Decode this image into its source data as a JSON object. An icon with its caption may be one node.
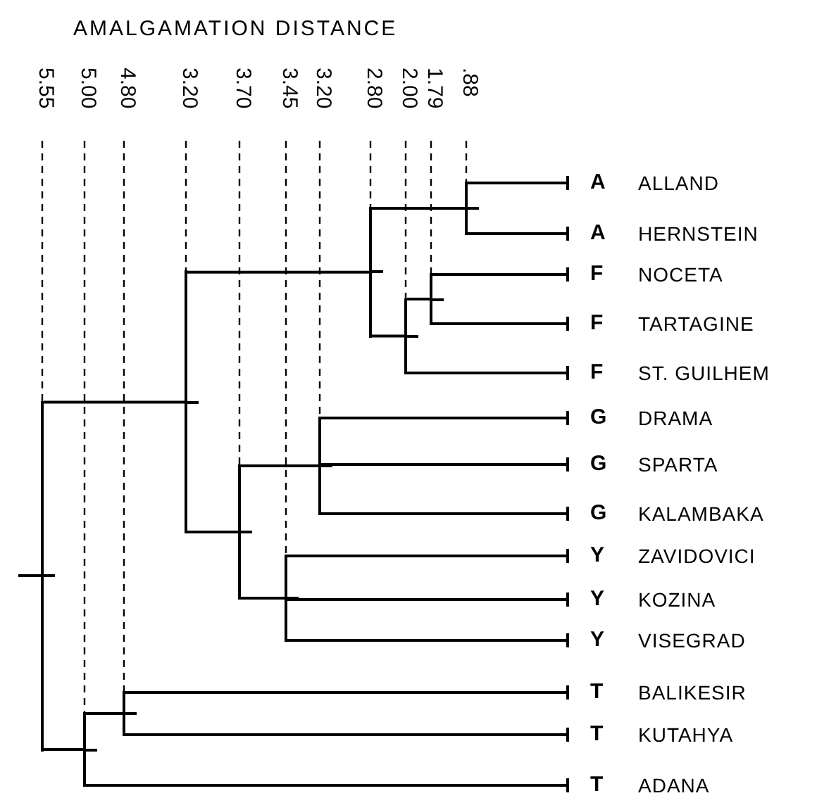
{
  "diagram": {
    "title": "AMALGAMATION DISTANCE",
    "nodes": [
      {
        "text": [],
        "shape": "bar"
      },
      {
        "text": [],
        "shape": "bar"
      },
      {
        "text": [],
        "shape": "bar"
      },
      {
        "text": [],
        "shape": "bar"
      },
      {
        "text": [],
        "shape": "bar"
      },
      {
        "text": [],
        "shape": "bar"
      },
      {
        "text": [],
        "shape": "bar"
      },
      {
        "text": [],
        "shape": "bar"
      },
      {
        "text": [],
        "shape": "bar"
      },
      {
        "text": [],
        "shape": "bar"
      },
      {
        "text": [],
        "shape": "bar"
      },
      {
        "text": [
          "A",
          "ALLAND"
        ]
      },
      {
        "text": [
          "A",
          "HERNSTEIN"
        ]
      },
      {
        "text": [
          "F",
          "NOCETA"
        ]
      },
      {
        "text": [
          "F",
          "TARTAGINE"
        ]
      },
      {
        "text": [
          "F",
          "ST. GUILHEM"
        ]
      },
      {
        "text": [
          "G",
          "DRAMA"
        ]
      },
      {
        "text": [
          "G",
          "SPARTA"
        ]
      },
      {
        "text": [
          "G",
          "KALAMBAKA"
        ]
      },
      {
        "text": [
          "Y",
          "ZAVIDOVICI"
        ]
      },
      {
        "text": [
          "Y",
          "KOZINA"
        ]
      },
      {
        "text": [
          "Y",
          "VISEGRAD"
        ]
      },
      {
        "text": [
          "T",
          "BALIKESIR"
        ]
      },
      {
        "text": [
          "T",
          "KUTAHYA"
        ]
      },
      {
        "text": [
          "T",
          "ADANA"
        ]
      }
    ],
    "edges": [
      {
        "from": 0,
        "to": 3,
        "arrow": "none"
      },
      {
        "from": 0,
        "to": 1,
        "arrow": "none"
      },
      {
        "from": 1,
        "to": 2,
        "arrow": "none"
      },
      {
        "from": 1,
        "to": 24,
        "arrow": "other"
      },
      {
        "from": 2,
        "to": 22,
        "arrow": "other"
      },
      {
        "from": 2,
        "to": 23,
        "arrow": "other"
      },
      {
        "from": 3,
        "to": 7,
        "arrow": "none"
      },
      {
        "from": 3,
        "to": 4,
        "arrow": "none"
      },
      {
        "from": 4,
        "to": 6,
        "arrow": "none"
      },
      {
        "from": 4,
        "to": 5,
        "arrow": "none"
      },
      {
        "from": 5,
        "to": 19,
        "arrow": "other"
      },
      {
        "from": 5,
        "to": 20,
        "arrow": "other"
      },
      {
        "from": 5,
        "to": 21,
        "arrow": "other"
      },
      {
        "from": 6,
        "to": 16,
        "arrow": "other"
      },
      {
        "from": 6,
        "to": 17,
        "arrow": "other"
      },
      {
        "from": 6,
        "to": 18,
        "arrow": "other"
      },
      {
        "from": 7,
        "to": 10,
        "arrow": "none"
      },
      {
        "from": 7,
        "to": 8,
        "arrow": "none"
      },
      {
        "from": 8,
        "to": 9,
        "arrow": "none"
      },
      {
        "from": 8,
        "to": 15,
        "arrow": "other"
      },
      {
        "from": 9,
        "to": 13,
        "arrow": "other"
      },
      {
        "from": 9,
        "to": 14,
        "arrow": "other"
      },
      {
        "from": 10,
        "to": 11,
        "arrow": "other"
      },
      {
        "from": 10,
        "to": 12,
        "arrow": "other"
      }
    ],
    "labels": [
      "5.55",
      "5.00",
      "4.80",
      "3.20",
      "3.70",
      "3.45",
      "3.20",
      "2.80",
      "2.00",
      "1.79",
      ".88"
    ]
  }
}
